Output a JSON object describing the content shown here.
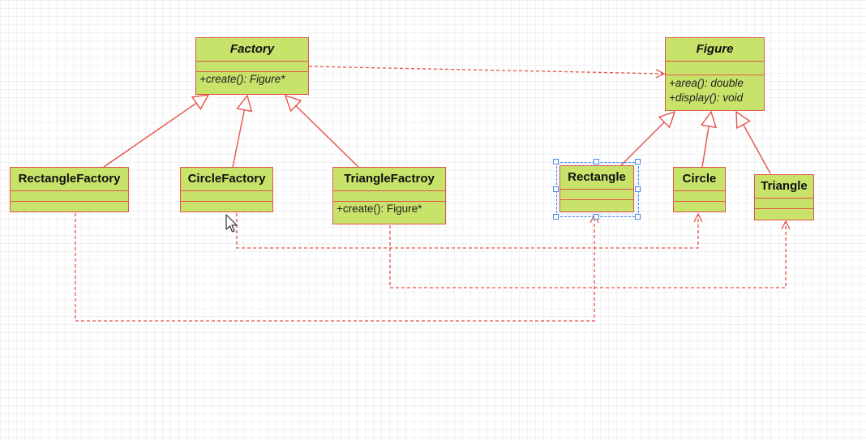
{
  "diagram": {
    "classes": {
      "factory": {
        "name": "Factory",
        "abstract": true,
        "operations": [
          "+create(): Figure*"
        ]
      },
      "figure": {
        "name": "Figure",
        "abstract": true,
        "operations": [
          "+area(): double",
          "+display(): void"
        ]
      },
      "rectangle_factory": {
        "name": "RectangleFactory",
        "operations": []
      },
      "circle_factory": {
        "name": "CircleFactory",
        "operations": []
      },
      "triangle_factory": {
        "name": "TriangleFactroy",
        "operations": [
          "+create(): Figure*"
        ]
      },
      "rectangle": {
        "name": "Rectangle",
        "operations": [],
        "selected": true
      },
      "circle": {
        "name": "Circle",
        "operations": []
      },
      "triangle": {
        "name": "Triangle",
        "operations": []
      }
    },
    "relationships": [
      {
        "type": "dependency",
        "from": "Factory",
        "to": "Figure"
      },
      {
        "type": "generalization",
        "from": "RectangleFactory",
        "to": "Factory"
      },
      {
        "type": "generalization",
        "from": "CircleFactory",
        "to": "Factory"
      },
      {
        "type": "generalization",
        "from": "TriangleFactroy",
        "to": "Factory"
      },
      {
        "type": "generalization",
        "from": "Rectangle",
        "to": "Figure"
      },
      {
        "type": "generalization",
        "from": "Circle",
        "to": "Figure"
      },
      {
        "type": "generalization",
        "from": "Triangle",
        "to": "Figure"
      },
      {
        "type": "dependency",
        "from": "RectangleFactory",
        "to": "Rectangle"
      },
      {
        "type": "dependency",
        "from": "CircleFactory",
        "to": "Circle"
      },
      {
        "type": "dependency",
        "from": "TriangleFactroy",
        "to": "Triangle"
      }
    ],
    "colors": {
      "fill": "#c8e36a",
      "stroke": "#e5534b",
      "selection": "#4a86e8"
    }
  }
}
